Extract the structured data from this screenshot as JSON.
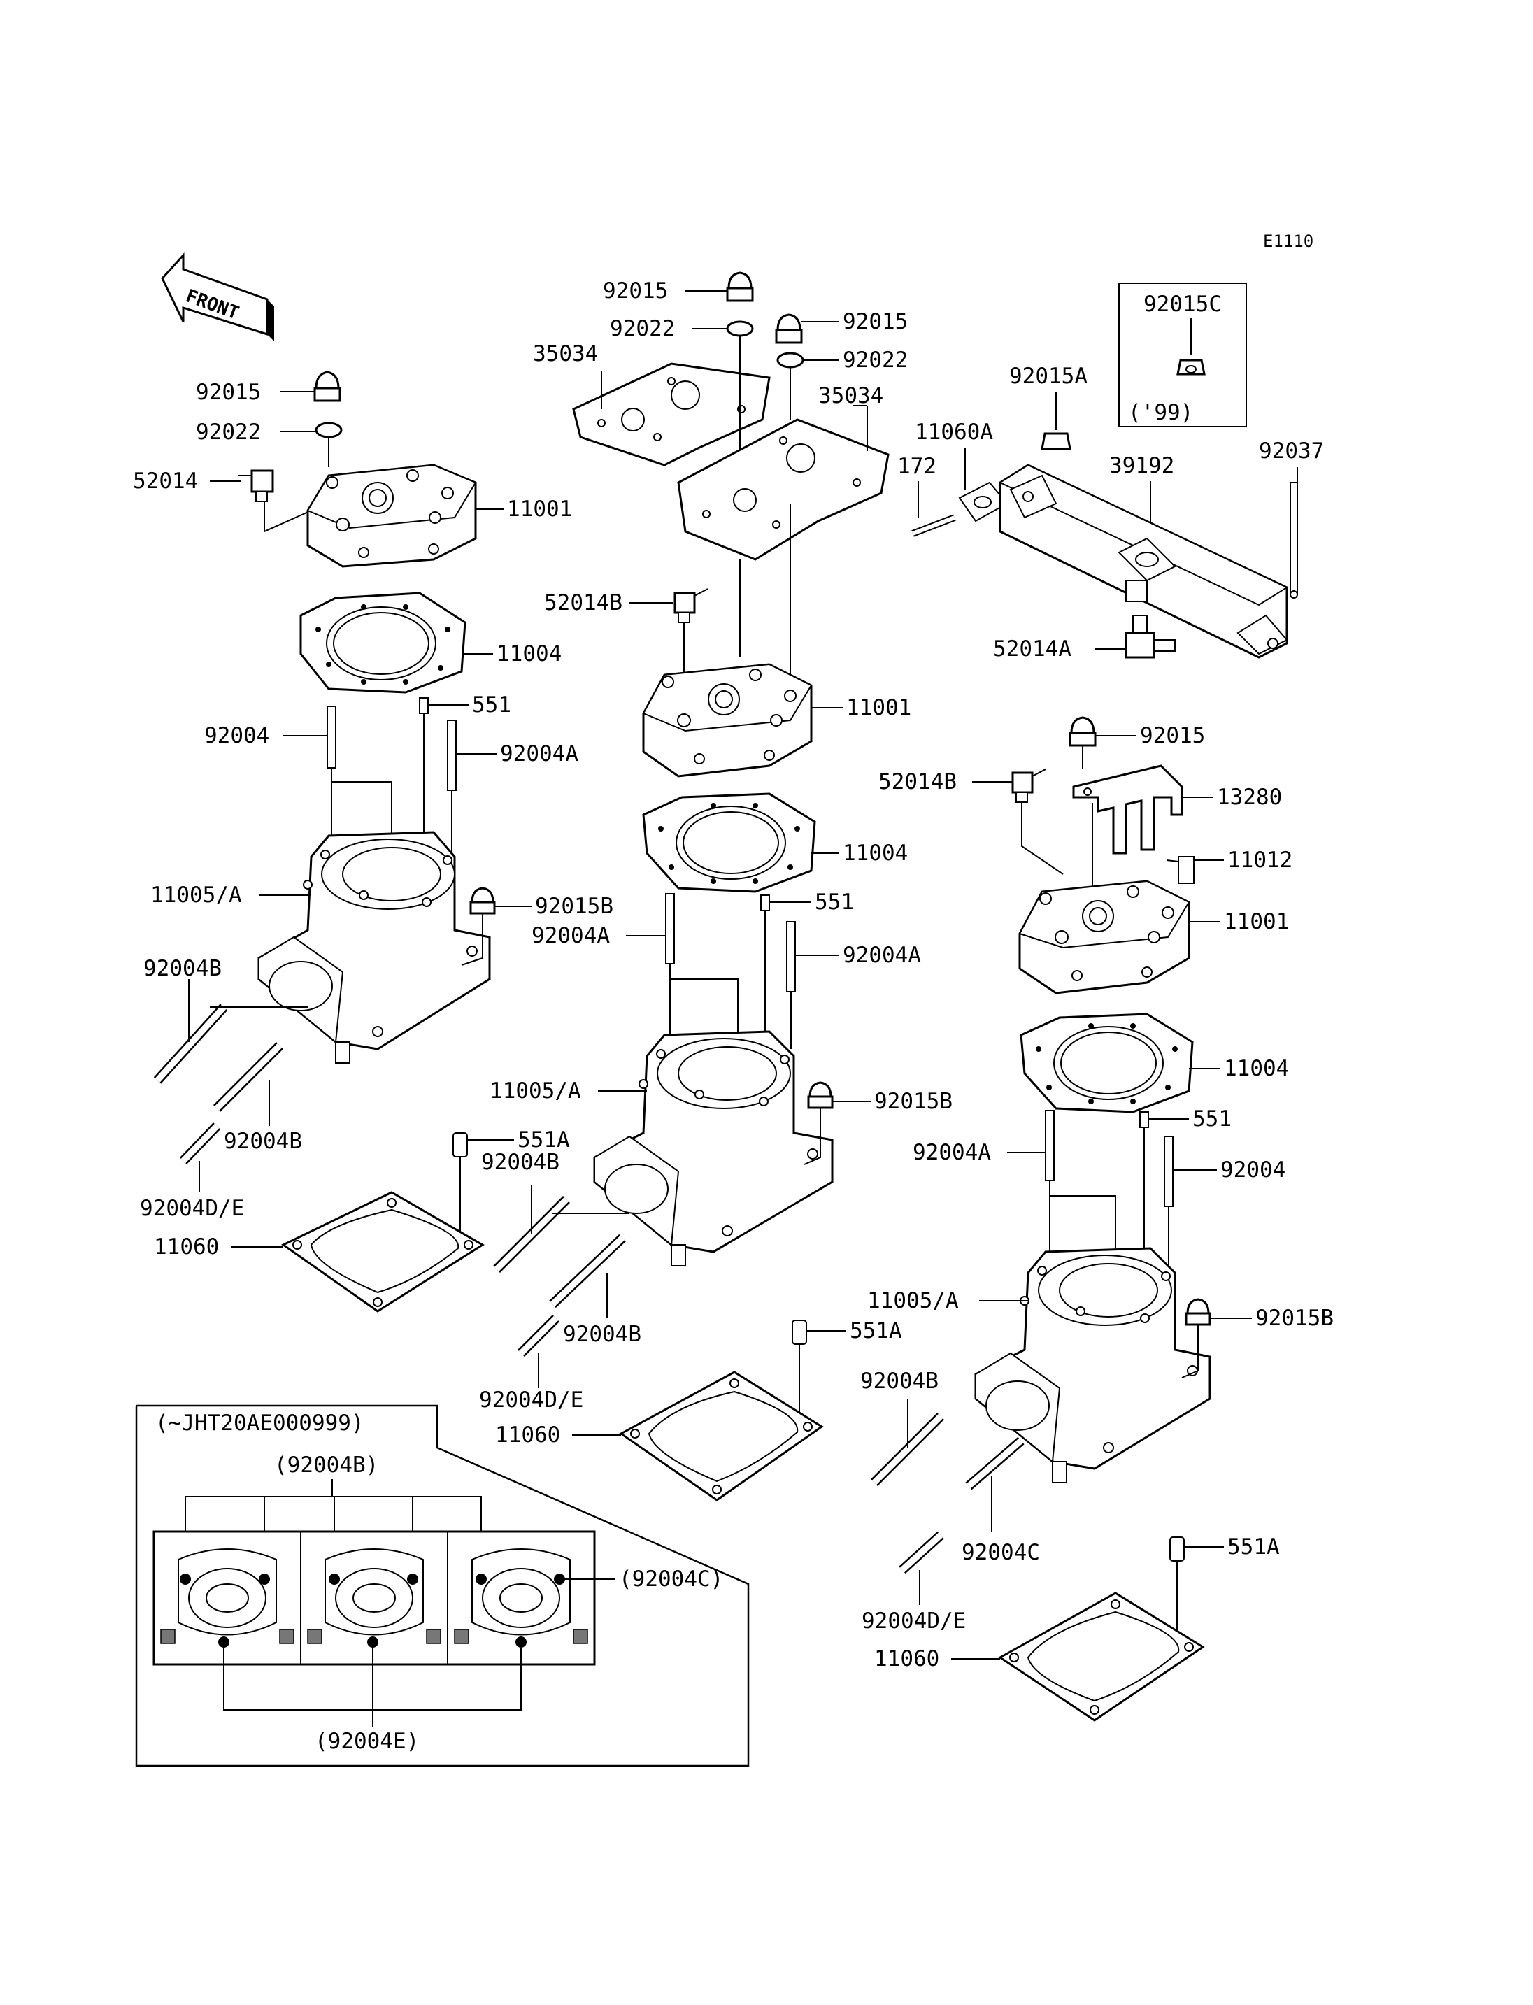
{
  "diagram_code": "E1110",
  "front_label": "FRONT",
  "labels": {
    "l_92015_a": "92015",
    "l_92022_a": "92022",
    "l_52014_a": "52014",
    "l_11001_a": "11001",
    "l_11004_a": "11004",
    "l_92004_a": "92004",
    "l_551_a": "551",
    "l_92004A_a": "92004A",
    "l_11005A_a": "11005/A",
    "l_92015B_a": "92015B",
    "l_92004B_a1": "92004B",
    "l_92004B_a2": "92004B",
    "l_92004DE_a": "92004D/E",
    "l_551A_a": "551A",
    "l_11060_a": "11060",
    "l_92015_b1": "92015",
    "l_92015_b2": "92015",
    "l_92022_b1": "92022",
    "l_92022_b2": "92022",
    "l_35034_b1": "35034",
    "l_35034_b2": "35034",
    "l_52014B_b": "52014B",
    "l_11001_b": "11001",
    "l_11004_b": "11004",
    "l_92004A_b1": "92004A",
    "l_551_b": "551",
    "l_92004A_b2": "92004A",
    "l_11005A_b": "11005/A",
    "l_92015B_b": "92015B",
    "l_92004B_b1": "92004B",
    "l_92004B_b2": "92004B",
    "l_92004DE_b": "92004D/E",
    "l_551A_b": "551A",
    "l_11060_b": "11060",
    "l_92015C": "92015C",
    "l_99": "('99)",
    "l_92015A": "92015A",
    "l_11060A": "11060A",
    "l_172": "172",
    "l_39192": "39192",
    "l_92037": "92037",
    "l_52014A": "52014A",
    "l_92015_c": "92015",
    "l_52014B_c": "52014B",
    "l_13280": "13280",
    "l_11012": "11012",
    "l_11001_c": "11001",
    "l_11004_c": "11004",
    "l_92004A_c": "92004A",
    "l_551_c": "551",
    "l_92004_c": "92004",
    "l_11005A_c": "11005/A",
    "l_92015B_c": "92015B",
    "l_92004B_c": "92004B",
    "l_92004C": "92004C",
    "l_92004DE_c": "92004D/E",
    "l_551A_c": "551A",
    "l_11060_c": "11060",
    "inset_title": "(~JHT20AE000999)",
    "inset_92004B": "(92004B)",
    "inset_92004C": "(92004C)",
    "inset_92004E": "(92004E)"
  }
}
